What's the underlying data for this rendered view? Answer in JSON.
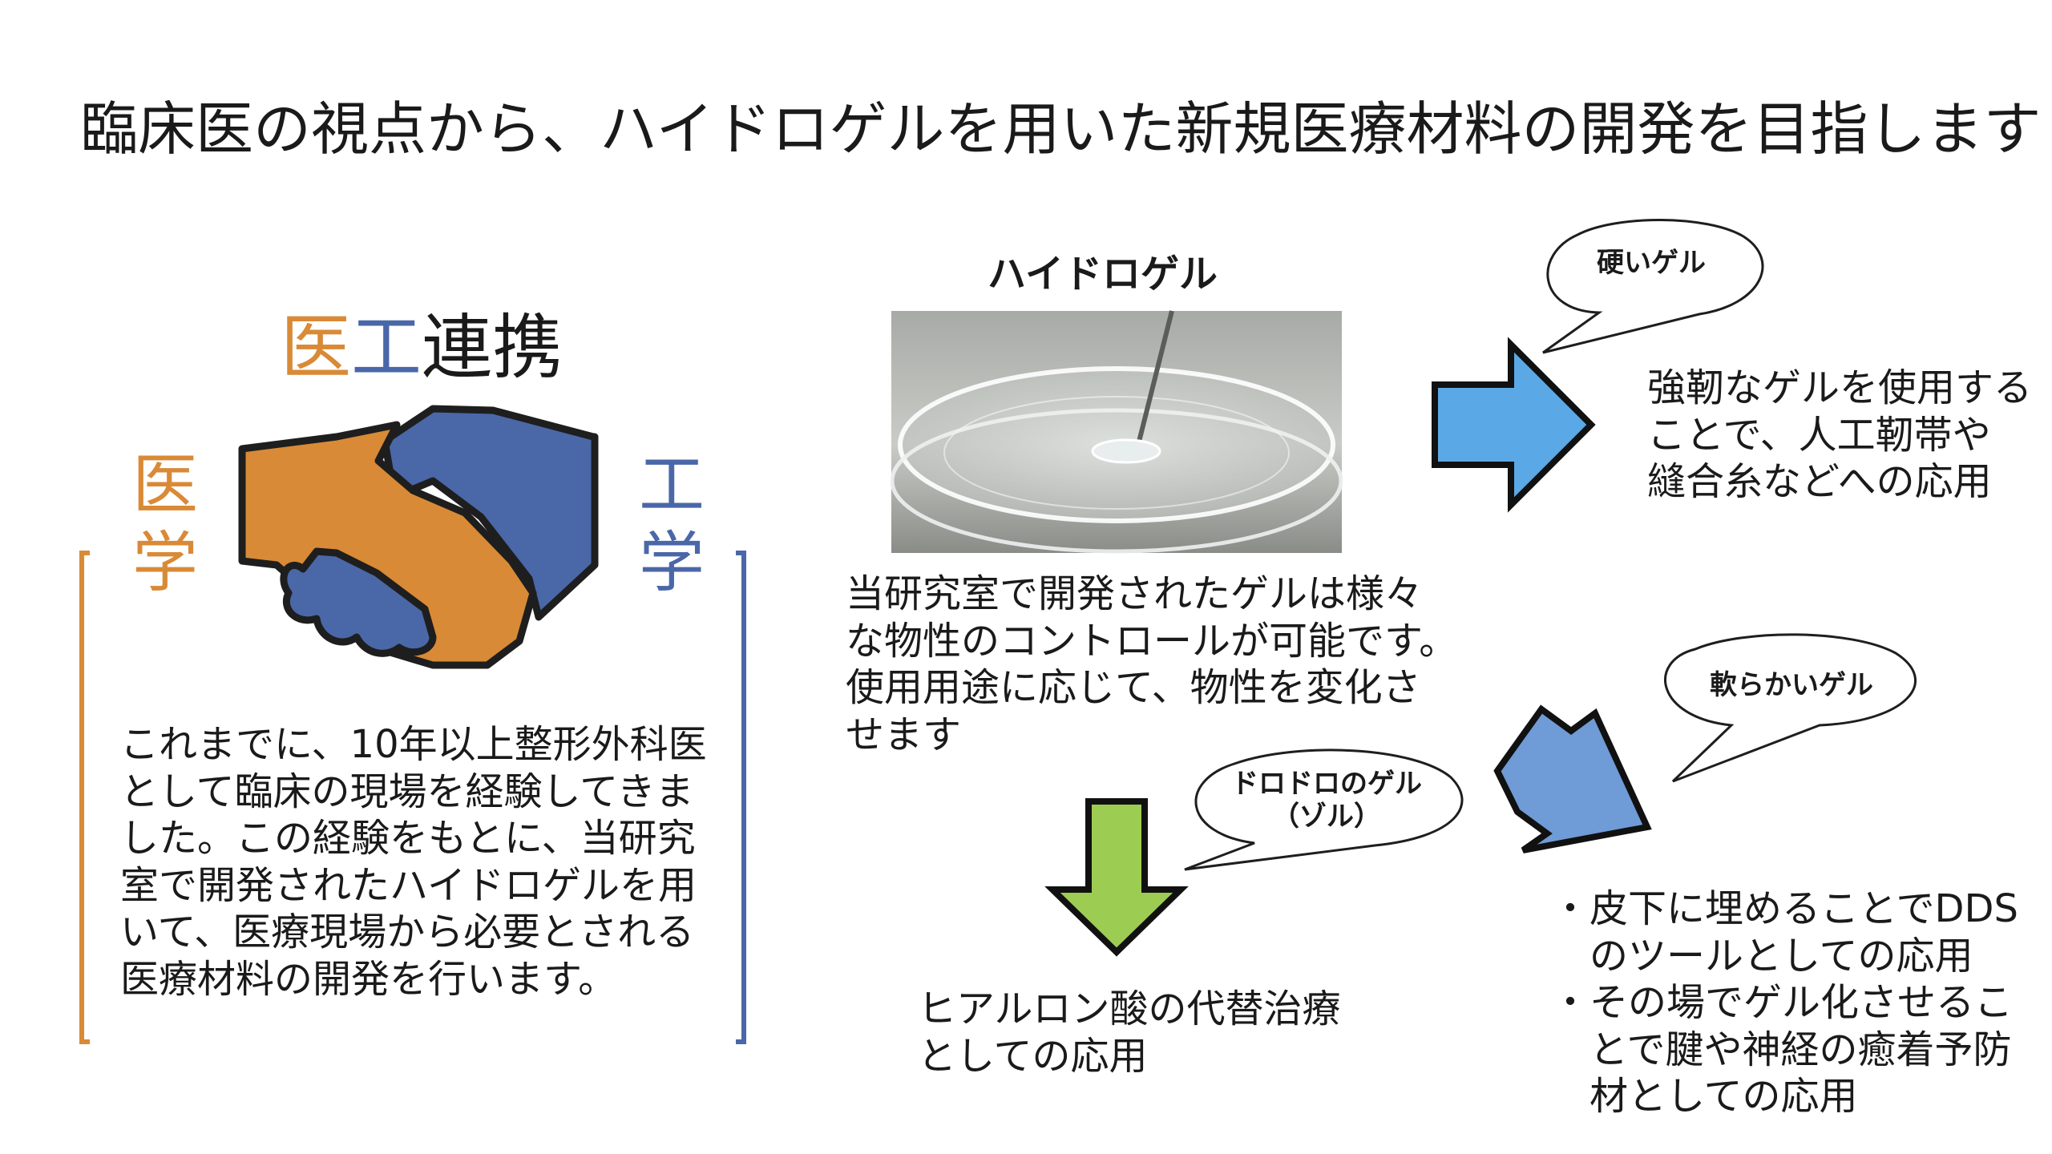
{
  "title": "臨床医の視点から、ハイドロゲルを用いた新規医療材料の開発を目指します",
  "colors": {
    "orange": "#d98a36",
    "blue": "#4a67a8",
    "light_blue": "#5aa9e6",
    "mid_blue": "#6f9bd6",
    "green": "#9dcc52",
    "text": "#1a1a1a"
  },
  "collab": {
    "title_med": "医",
    "title_eng": "工",
    "title_rest": "連携",
    "medicine_chars": [
      "医",
      "学"
    ],
    "engineering_chars": [
      "工",
      "学"
    ],
    "description_lines": [
      "これまでに、10年以上整形外科医",
      "として臨床の現場を経験してきま",
      "した。この経験をもとに、当研究",
      "室で開発されたハイドロゲルを用",
      "いて、医療現場から必要とされる",
      "医療材料の開発を行います。"
    ]
  },
  "hydrogel": {
    "label": "ハイドロゲル",
    "description_lines": [
      "当研究室で開発されたゲルは様々",
      "な物性のコントロールが可能です。",
      "使用用途に応じて、物性を変化さ",
      "せます"
    ]
  },
  "hard_gel": {
    "bubble": "硬いゲル",
    "lines": [
      "強靭なゲルを使用する",
      "ことで、人工靭帯や",
      "縫合糸などへの応用"
    ]
  },
  "soft_gel": {
    "bubble": "軟らかいゲル",
    "lines": [
      "・皮下に埋めることでDDS",
      "　のツールとしての応用",
      "・その場でゲル化させるこ",
      "　とで腱や神経の癒着予防",
      "　材としての応用"
    ]
  },
  "sol_gel": {
    "bubble_lines": [
      "ドロドロのゲル",
      "（ゾル）"
    ],
    "lines": [
      "ヒアルロン酸の代替治療",
      "としての応用"
    ]
  }
}
